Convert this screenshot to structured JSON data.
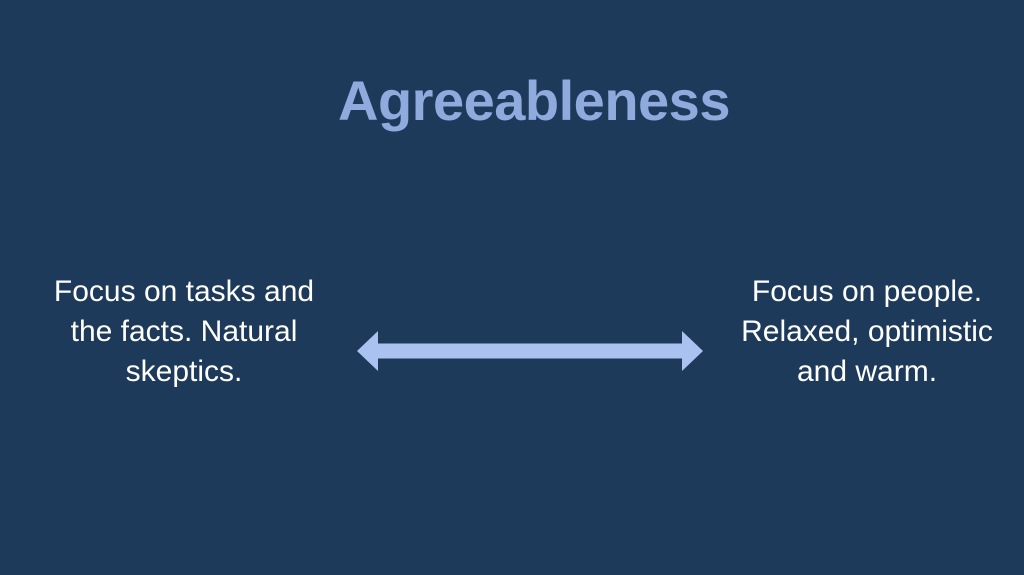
{
  "slide": {
    "title": "Agreeableness",
    "left_panel": {
      "full_text": "Focus on tasks and the facts. Natural skeptics.",
      "lines": [
        "Focus on tasks and",
        "the facts. Natural",
        "skeptics."
      ]
    },
    "right_panel": {
      "full_text": "Focus on people. Relaxed, optimistic and warm.",
      "lines": [
        "Focus on people.",
        "Relaxed, optimistic",
        "and warm."
      ]
    },
    "arrow_icon": "double-headed-arrow",
    "colors": {
      "background": "#1E3A5B",
      "title": "#8FAADC",
      "body_text": "#FFFFFF",
      "arrow": "#A9C2F0"
    }
  }
}
